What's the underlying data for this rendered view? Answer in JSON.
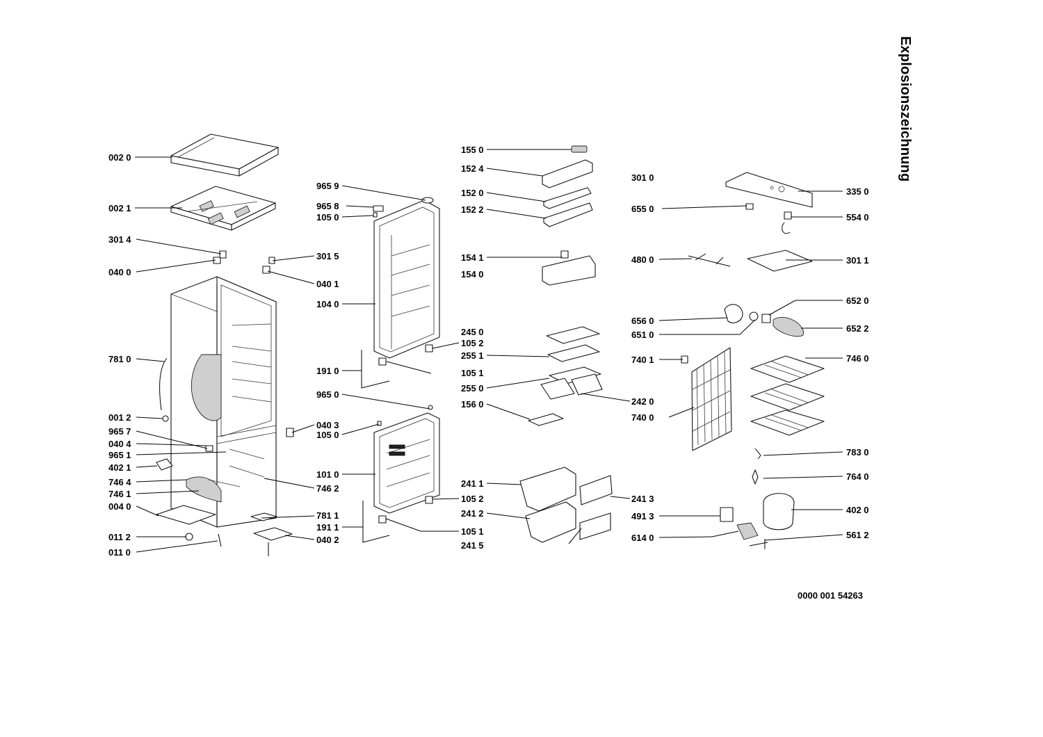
{
  "header": {
    "title": "Explosionszeichnung"
  },
  "footer": {
    "document_number": "0000 001 54263"
  },
  "part_labels": {
    "p0020": "002 0",
    "p0021": "002 1",
    "p3014": "301 4",
    "p0400": "040 0",
    "p3015": "301 5",
    "p0401": "040 1",
    "p7810": "781 0",
    "p0012": "001 2",
    "p9657": "965 7",
    "p0404": "040 4",
    "p9651": "965 1",
    "p4021": "402 1",
    "p7464": "746 4",
    "p7461": "746 1",
    "p0040": "004 0",
    "p0112": "011 2",
    "p0110": "011 0",
    "p9659": "965 9",
    "p9658": "965 8",
    "p1050a": "105 0",
    "p1040": "104 0",
    "p1910": "191 0",
    "p9650": "965 0",
    "p0403": "040 3",
    "p1050b": "105 0",
    "p7462": "746 2",
    "p1010": "101 0",
    "p7811": "781 1",
    "p1911": "191 1",
    "p0402": "040 2",
    "p1550": "155 0",
    "p1524": "152 4",
    "p1520": "152 0",
    "p1522": "152 2",
    "p1541": "154 1",
    "p1540": "154 0",
    "p2450": "245 0",
    "p1052": "105 2",
    "p2551": "255 1",
    "p1051a": "105 1",
    "p2550": "255 0",
    "p1560": "156 0",
    "p1052b": "105 2",
    "p2411": "241 1",
    "p2412": "241 2",
    "p1051b": "105 1",
    "p2415": "241 5",
    "p3010": "301 0",
    "p6550": "655 0",
    "p4800": "480 0",
    "p6560": "656 0",
    "p6510": "651 0",
    "p7401": "740 1",
    "p7400": "740 0",
    "p2420": "242 0",
    "p2413": "241 3",
    "p4913": "491 3",
    "p6140": "614 0",
    "p3350": "335 0",
    "p5540": "554 0",
    "p3011": "301 1",
    "p6520": "652 0",
    "p6522": "652 2",
    "p7460": "746 0",
    "p7830": "783 0",
    "p7640": "764 0",
    "p4020": "402 0",
    "p5612": "561 2"
  }
}
